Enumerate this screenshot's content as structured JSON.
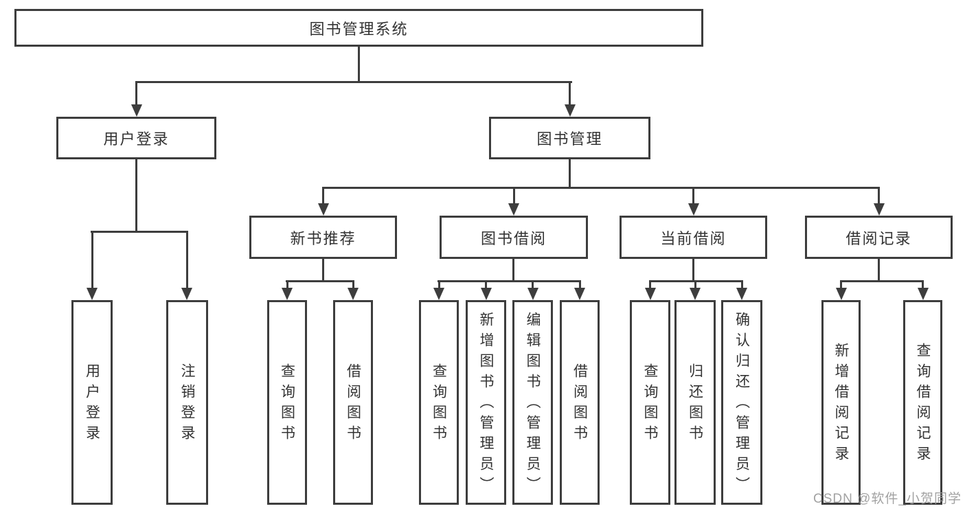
{
  "tree": {
    "label": "图书管理系统",
    "children": [
      {
        "label": "用户登录",
        "children": [
          {
            "label": "用户登录"
          },
          {
            "label": "注销登录"
          }
        ]
      },
      {
        "label": "图书管理",
        "children": [
          {
            "label": "新书推荐",
            "children": [
              {
                "label": "查询图书"
              },
              {
                "label": "借阅图书"
              }
            ]
          },
          {
            "label": "图书借阅",
            "children": [
              {
                "label": "查询图书"
              },
              {
                "label": "新增图书（管理员）"
              },
              {
                "label": "编辑图书（管理员）"
              },
              {
                "label": "借阅图书"
              }
            ]
          },
          {
            "label": "当前借阅",
            "children": [
              {
                "label": "查询图书"
              },
              {
                "label": "归还图书"
              },
              {
                "label": "确认归还（管理员）"
              }
            ]
          },
          {
            "label": "借阅记录",
            "children": [
              {
                "label": "新增借阅记录"
              },
              {
                "label": "查询借阅记录"
              }
            ]
          }
        ]
      }
    ]
  },
  "watermark": {
    "text": "CSDN @软件_小贺同学"
  },
  "colors": {
    "line": "#3d3d3d",
    "box_border": "#3d3d3d",
    "box_background": "#ffffff",
    "text": "#333333",
    "watermark": "#9a9a9a"
  }
}
